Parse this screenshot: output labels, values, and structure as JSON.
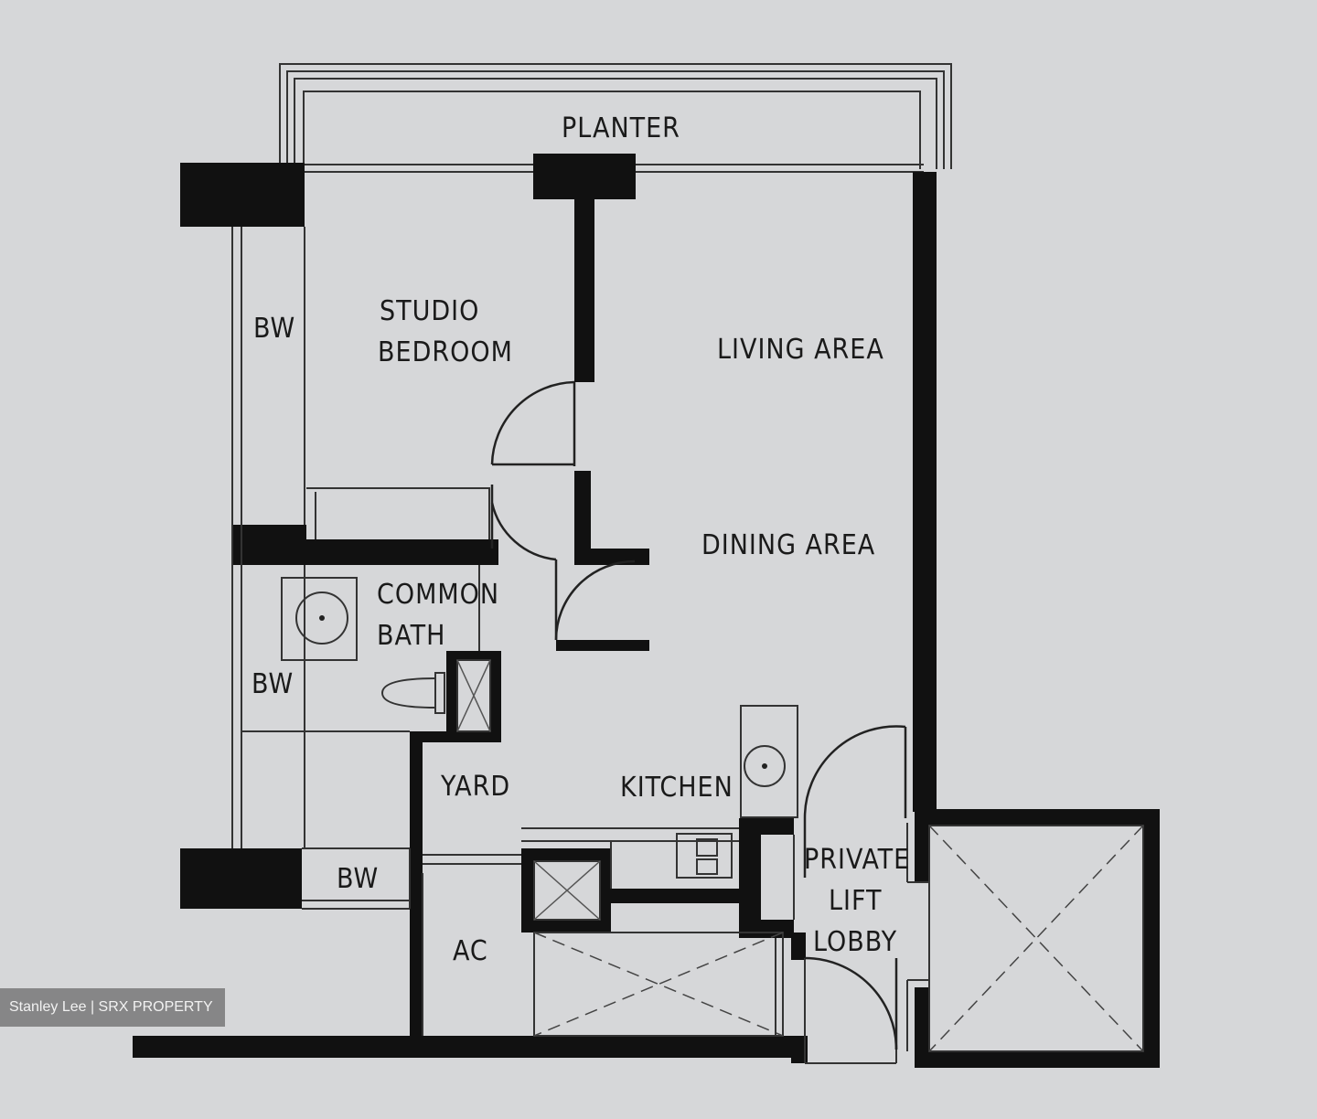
{
  "rooms": {
    "planter": "PLANTER",
    "studio_bedroom_line1": "STUDIO",
    "studio_bedroom_line2": "BEDROOM",
    "living_area": "LIVING AREA",
    "dining_area": "DINING AREA",
    "common_bath_line1": "COMMON",
    "common_bath_line2": "BATH",
    "yard": "YARD",
    "kitchen": "KITCHEN",
    "private_lift_lobby_line1": "PRIVATE",
    "private_lift_lobby_line2": "LIFT",
    "private_lift_lobby_line3": "LOBBY",
    "ac": "AC",
    "bw_top": "BW",
    "bw_middle": "BW",
    "bw_bottom": "BW"
  },
  "watermark": "Stanley Lee | SRX PROPERTY"
}
